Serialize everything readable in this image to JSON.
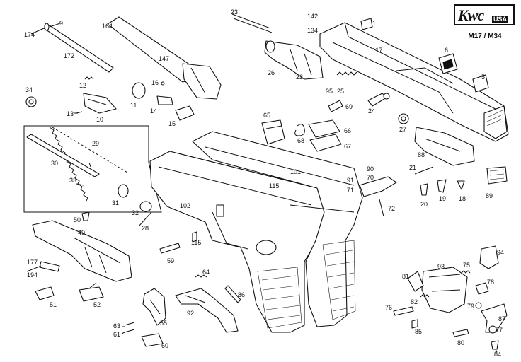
{
  "logo": {
    "mark": "Kwc",
    "sub": "USA"
  },
  "model": "M17 / M34",
  "parts": {
    "p1": "1",
    "p6": "6",
    "p5": "5",
    "p117": "117",
    "p142": "142",
    "p134": "134",
    "p23": "23",
    "p26": "26",
    "p22": "22",
    "p95": "95",
    "p25": "25",
    "p24": "24",
    "p27": "27",
    "p88": "88",
    "p174": "174",
    "p9": "9",
    "p172": "172",
    "p164": "164",
    "p147": "147",
    "p34": "34",
    "p12": "12",
    "p13": "13",
    "p10": "10",
    "p11": "11",
    "p16": "16",
    "p14": "14",
    "p15": "15",
    "p65": "65",
    "p69": "69",
    "p66": "66",
    "p67": "67",
    "p68": "68",
    "p29": "29",
    "p30": "30",
    "p33": "33",
    "p31": "31",
    "p32": "32",
    "p28": "28",
    "p101": "101",
    "p90": "90",
    "p70": "70",
    "p91": "91",
    "p71": "71",
    "p72": "72",
    "p21": "21",
    "p20": "20",
    "p19": "19",
    "p18": "18",
    "p89": "89",
    "p115a": "115",
    "p102": "102",
    "p50": "50",
    "p49": "49",
    "p115b": "115",
    "p177": "177",
    "p194": "194",
    "p51": "51",
    "p52": "52",
    "p59": "59",
    "p64": "64",
    "p86": "86",
    "p92": "92",
    "p63": "63",
    "p61": "61",
    "p55": "55",
    "p60": "60",
    "p94": "94",
    "p81": "81",
    "p93": "93",
    "p75": "75",
    "p78": "78",
    "p82": "82",
    "p79": "79",
    "p76": "76",
    "p87": "87",
    "p85": "85",
    "p77": "77",
    "p80": "80",
    "p84": "84"
  }
}
